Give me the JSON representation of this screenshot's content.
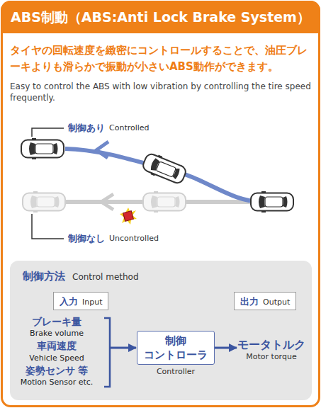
{
  "diagram": {
    "title": "ABS制動（ABS:Anti Lock Brake System）",
    "nodes": [
      {
        "text": [
          "制御方法",
          "Control method"
        ]
      },
      {
        "text": [
          "入力",
          "Input"
        ],
        "in": 0
      },
      {
        "text": [
          "出力",
          "Output"
        ],
        "in": 0
      },
      {
        "text": [
          "ブレーキ量",
          "Brake volume",
          "車両速度",
          "Vehicle Speed",
          "姿勢センサ 等",
          "Motion Sensor etc."
        ],
        "in": 0
      },
      {
        "text": [
          "制御 コントローラ",
          "Controller"
        ],
        "in": 0
      },
      {
        "text": [
          "モータトルク",
          "Motor torque"
        ],
        "in": 0
      }
    ],
    "edges": [
      {
        "from": 3,
        "to": 4,
        "arrow": "to"
      },
      {
        "from": 4,
        "to": 5,
        "arrow": "to"
      }
    ],
    "labels": [
      "タイヤの回転速度を緻密にコントロールすることで、油圧ブレーキよりも滑らかで振動が小さいABS動作ができます。",
      "Easy to control the ABS with low vibration by controlling the tire speed frequently.",
      "制御あり",
      "Controlled",
      "制御なし",
      "Uncontrolled"
    ]
  }
}
